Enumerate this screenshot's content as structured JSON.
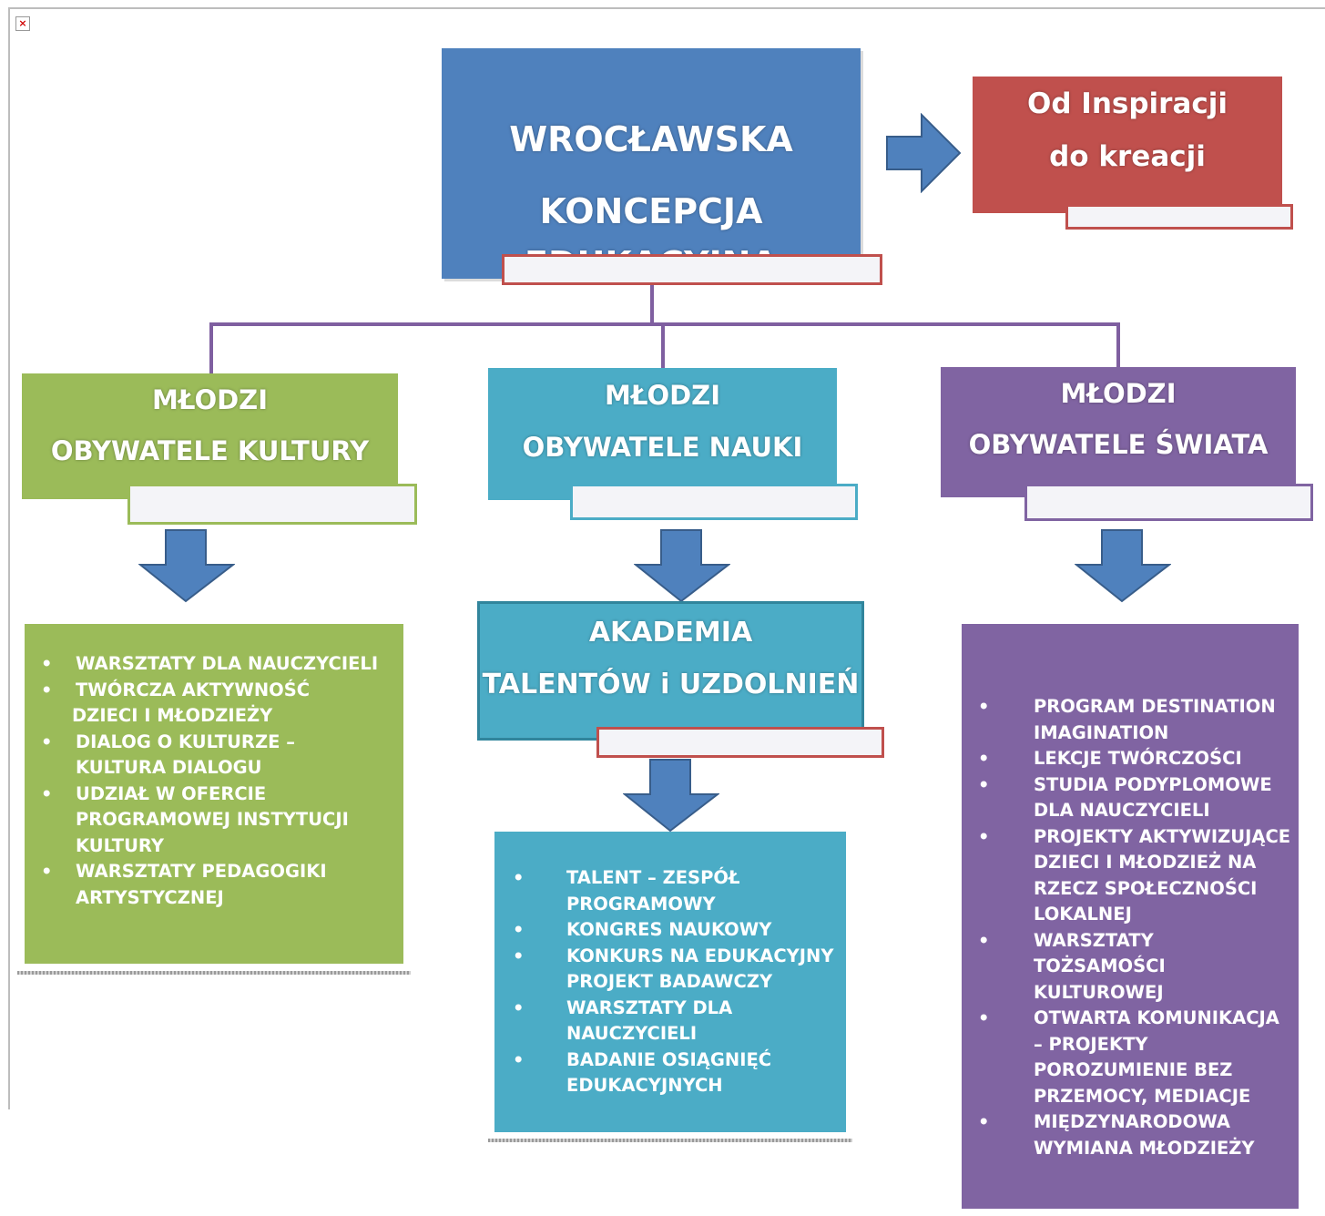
{
  "broken_image_glyph": "×",
  "colors": {
    "blue": "#4f81bd",
    "red": "#c0504d",
    "green": "#9bbb59",
    "teal": "#4bacc6",
    "purple": "#8064a2",
    "connector": "#7f5fa0"
  },
  "main": {
    "line1": "WROCŁAWSKA",
    "line2": "KONCEPCJA",
    "line3": "EDUKACYJNA"
  },
  "inspiration": {
    "line1": "Od Inspiracji",
    "line2": "do kreacji"
  },
  "pillars": {
    "culture": {
      "line1": "MŁODZI",
      "line2": "OBYWATELE KULTURY"
    },
    "science": {
      "line1": "MŁODZI",
      "line2": "OBYWATELE NAUKI"
    },
    "world": {
      "line1": "MŁODZI",
      "line2": "OBYWATELE ŚWIATA"
    }
  },
  "academy": {
    "line1": "AKADEMIA",
    "line2": "TALENTÓW i UZDOLNIEŃ"
  },
  "culture_list": [
    "WARSZTATY DLA NAUCZYCIELI",
    "TWÓRCZA AKTYWNOŚĆ",
    "DZIECI I MŁODZIEŻY",
    "DIALOG O KULTURZE – KULTURA DIALOGU",
    "UDZIAŁ W OFERCIE PROGRAMOWEJ INSTYTUCJI KULTURY",
    "WARSZTATY PEDAGOGIKI ARTYSTYCZNEJ"
  ],
  "science_list": [
    "TALENT – ZESPÓŁ PROGRAMOWY",
    "KONGRES NAUKOWY",
    "KONKURS NA EDUKACYJNY PROJEKT BADAWCZY",
    "WARSZTATY DLA NAUCZYCIELI",
    "BADANIE OSIĄGNIĘĆ EDUKACYJNYCH"
  ],
  "world_list": [
    "PROGRAM DESTINATION IMAGINATION",
    "LEKCJE TWÓRCZOŚCI",
    "STUDIA PODYPLOMOWE DLA NAUCZYCIELI",
    "PROJEKTY AKTYWIZUJĄCE DZIECI I MŁODZIEŻ NA RZECZ SPOŁECZNOŚCI LOKALNEJ",
    "WARSZTATY TOŻSAMOŚCI KULTUROWEJ",
    "OTWARTA KOMUNIKACJA – PROJEKTY POROZUMIENIE BEZ PRZEMOCY, MEDIACJE",
    "MIĘDZYNARODOWA WYMIANA MŁODZIEŻY"
  ]
}
